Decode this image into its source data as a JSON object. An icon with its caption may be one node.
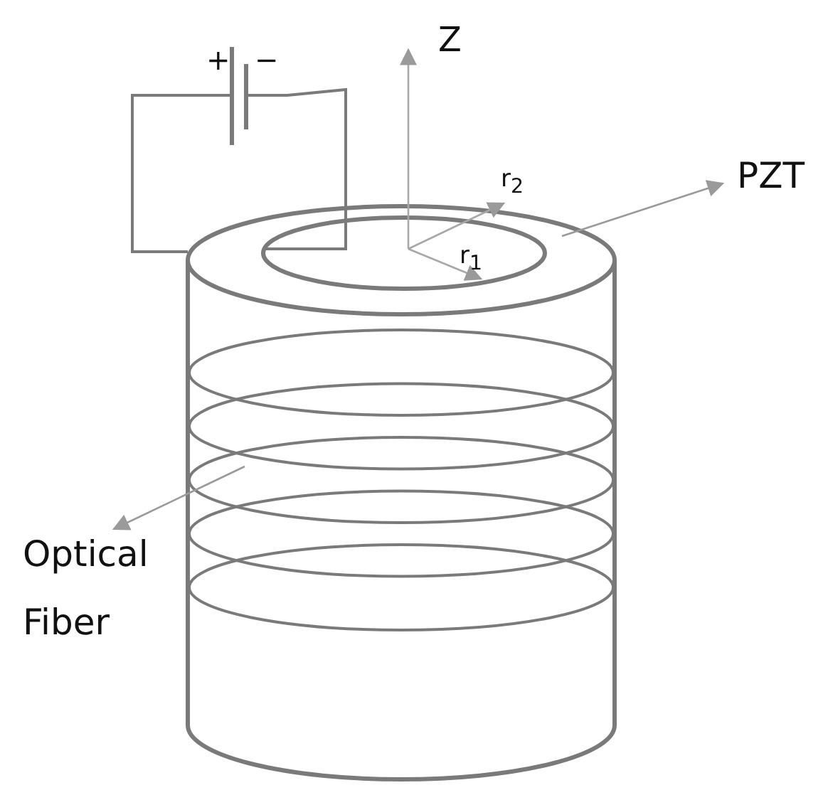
{
  "diagram": {
    "nodes": [
      {
        "text": [
          "PZT"
        ]
      },
      {
        "text": [],
        "shape": "cylinder"
      },
      {
        "text": [
          "Optical Fiber"
        ]
      },
      {
        "text": [],
        "shape": "coil",
        "in": 1
      }
    ],
    "edges": [
      {
        "from": 1,
        "to": 0,
        "arrow": "to"
      },
      {
        "from": 3,
        "to": 2,
        "arrow": "to"
      }
    ],
    "labels": [
      "+",
      "−",
      "Z",
      "r$_{2}$",
      "r$_{1}$"
    ]
  }
}
